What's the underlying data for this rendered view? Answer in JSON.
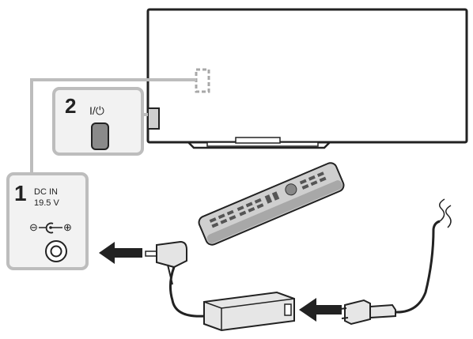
{
  "steps": {
    "step1": {
      "number": "1",
      "label_line1": "DC IN",
      "label_line2": "19.5 V"
    },
    "step2": {
      "number": "2",
      "power_symbol": "I/⏻"
    }
  },
  "polarity": {
    "minus": "⊖",
    "plus": "⊕"
  },
  "icons": [
    "tv",
    "power-button",
    "dc-jack",
    "remote-control",
    "ac-adapter",
    "power-plug",
    "arrow-left"
  ],
  "colors": {
    "line": "#222222",
    "panel": "#f2f2f2",
    "gray": "#a8a8a8",
    "callout": "#bdbdbd"
  }
}
